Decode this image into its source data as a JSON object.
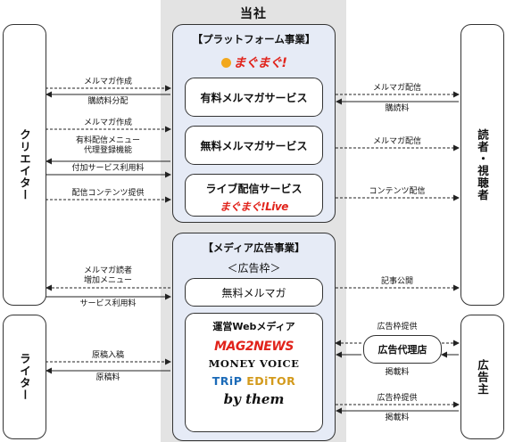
{
  "company": {
    "title": "当社"
  },
  "platform": {
    "title": "【プラットフォーム事業】",
    "logo": "まぐまぐ!",
    "services": [
      "有料メルマガサービス",
      "無料メルマガサービス",
      "ライブ配信サービス"
    ],
    "live_logo": "まぐまぐ!Live"
  },
  "media": {
    "title": "【メディア広告事業】",
    "subtitle": "＜広告枠＞",
    "free_mail": "無料メルマガ",
    "web_media_title": "運営Webメディア",
    "logos": {
      "mag2news": "MAG2NEWS",
      "money_voice": "MONEY VOICE",
      "trip_editor_a": "TRiP ",
      "trip_editor_b": "EDiTOR",
      "bythem": "by them"
    }
  },
  "left_entities": {
    "creator": "クリエイター",
    "writer": "ライター"
  },
  "right_entities": {
    "readers": "読者・視聴者",
    "advertiser": "広告主"
  },
  "agency": "広告代理店",
  "flows_left": {
    "l1": "メルマガ作成",
    "l2": "購読料分配",
    "l3": "メルマガ作成",
    "l4a": "有料配信メニュー",
    "l4b": "代理登録機能",
    "l5": "付加サービス利用料",
    "l6": "配信コンテンツ提供",
    "l7a": "メルマガ読者",
    "l7b": "増加メニュー",
    "l8": "サービス利用料",
    "l9": "原稿入稿",
    "l10": "原稿料"
  },
  "flows_right": {
    "r1": "メルマガ配信",
    "r2": "購読料",
    "r3": "メルマガ配信",
    "r4": "コンテンツ配信",
    "r5": "記事公開",
    "r6": "広告枠提供",
    "r7": "掲載料",
    "r8": "広告枠提供",
    "r9": "掲載料"
  },
  "colors": {
    "section_bg": "#e6ebf6",
    "company_bg": "#e3e3e3",
    "mag_red": "#e1231b",
    "trip_blue": "#1c6bb8"
  }
}
